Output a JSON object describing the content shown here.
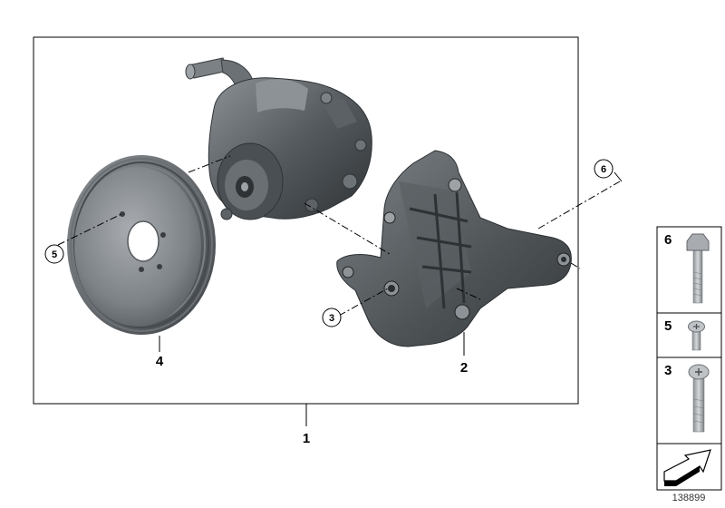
{
  "callouts": {
    "assembly": "1",
    "bracket": "2",
    "screw_bracket": "3",
    "pulley": "4",
    "screw_pulley": "5",
    "bolt": "6"
  },
  "legend": [
    {
      "number": "6",
      "part": "hex-bolt"
    },
    {
      "number": "5",
      "part": "torx-screw-short"
    },
    {
      "number": "3",
      "part": "torx-screw-long"
    }
  ],
  "image_number": "138899",
  "colors": {
    "frame": "#000000",
    "part_dark": "#3e4246",
    "part_mid": "#6b7075",
    "part_light": "#9da2a6",
    "fastener": "#b9bdc0"
  }
}
